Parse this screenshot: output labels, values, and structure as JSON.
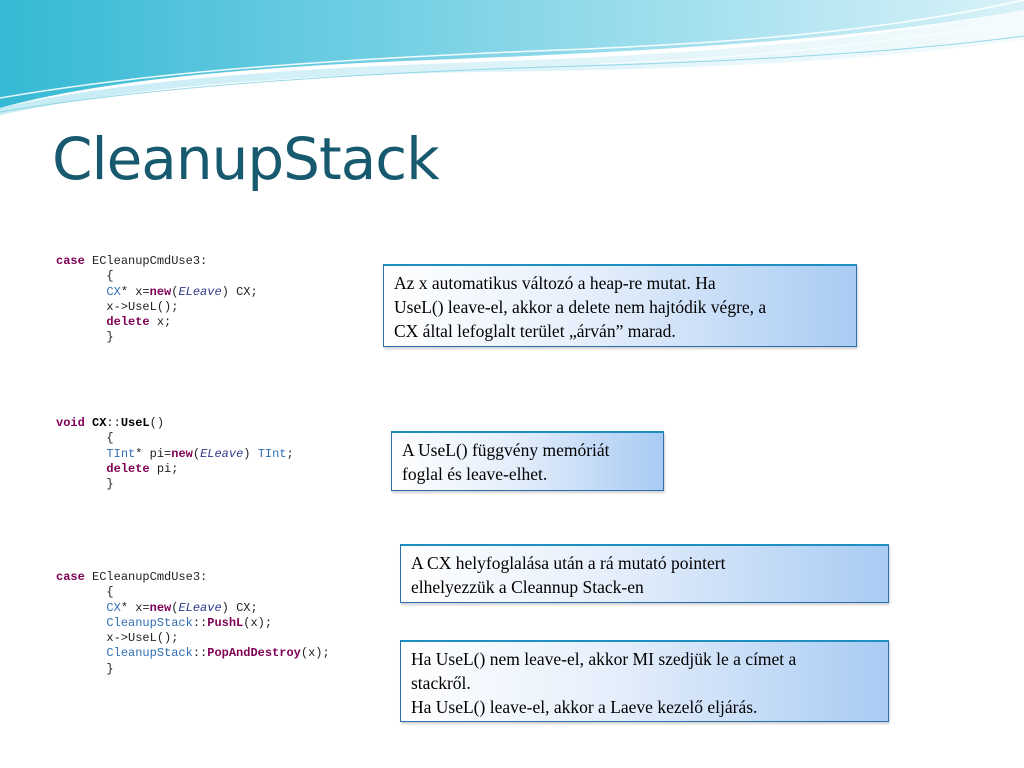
{
  "slide": {
    "title": "CleanupStack",
    "colors": {
      "title": "#17596e",
      "keyword": "#7f0055",
      "type": "#2f6fb5",
      "note_border": "#2e6fb0"
    }
  },
  "code_blocks": [
    {
      "lines": [
        [
          {
            "t": "case",
            "s": "kw"
          },
          {
            "t": " ECleanupCmdUse3:"
          }
        ],
        [
          {
            "t": "       {"
          }
        ],
        [
          {
            "t": "       "
          },
          {
            "t": "CX",
            "s": "ty"
          },
          {
            "t": "* x="
          },
          {
            "t": "new",
            "s": "kw"
          },
          {
            "t": "("
          },
          {
            "t": "ELeave",
            "s": "it"
          },
          {
            "t": ") CX;"
          }
        ],
        [
          {
            "t": "       x->UseL();"
          }
        ],
        [
          {
            "t": "       "
          },
          {
            "t": "delete",
            "s": "kw"
          },
          {
            "t": " x;"
          }
        ],
        [
          {
            "t": "       }"
          }
        ]
      ]
    },
    {
      "lines": [
        [
          {
            "t": "void",
            "s": "kw"
          },
          {
            "t": " "
          },
          {
            "t": "CX",
            "s": "b"
          },
          {
            "t": "::"
          },
          {
            "t": "UseL",
            "s": "b"
          },
          {
            "t": "()"
          }
        ],
        [
          {
            "t": "       {"
          }
        ],
        [
          {
            "t": "       "
          },
          {
            "t": "TInt",
            "s": "ty"
          },
          {
            "t": "* pi="
          },
          {
            "t": "new",
            "s": "kw"
          },
          {
            "t": "("
          },
          {
            "t": "ELeave",
            "s": "it"
          },
          {
            "t": ") "
          },
          {
            "t": "TInt",
            "s": "ty"
          },
          {
            "t": ";"
          }
        ],
        [
          {
            "t": "       "
          },
          {
            "t": "delete",
            "s": "kw"
          },
          {
            "t": " pi;"
          }
        ],
        [
          {
            "t": "       }"
          }
        ]
      ]
    },
    {
      "lines": [
        [
          {
            "t": "case",
            "s": "kw"
          },
          {
            "t": " ECleanupCmdUse3:"
          }
        ],
        [
          {
            "t": "       {"
          }
        ],
        [
          {
            "t": "       "
          },
          {
            "t": "CX",
            "s": "ty"
          },
          {
            "t": "* x="
          },
          {
            "t": "new",
            "s": "kw"
          },
          {
            "t": "("
          },
          {
            "t": "ELeave",
            "s": "it"
          },
          {
            "t": ") CX;"
          }
        ],
        [
          {
            "t": "       "
          },
          {
            "t": "CleanupStack",
            "s": "ty"
          },
          {
            "t": "::"
          },
          {
            "t": "PushL",
            "s": "fn"
          },
          {
            "t": "(x);"
          }
        ],
        [
          {
            "t": "       x->UseL();"
          }
        ],
        [
          {
            "t": "       "
          },
          {
            "t": "CleanupStack",
            "s": "ty"
          },
          {
            "t": "::"
          },
          {
            "t": "PopAndDestroy",
            "s": "fn"
          },
          {
            "t": "(x);"
          }
        ],
        [
          {
            "t": "       }"
          }
        ]
      ]
    }
  ],
  "notes": [
    {
      "lines": [
        "Az x automatikus változó a heap-re mutat. Ha",
        "UseL() leave-el, akkor a delete nem hajtódik végre, a",
        "CX által lefoglalt terület „árván” marad."
      ]
    },
    {
      "lines": [
        "A UseL() függvény memóriát",
        "foglal és leave-elhet."
      ]
    },
    {
      "lines": [
        "A CX helyfoglalása után a rá mutató pointert",
        "elhelyezzük a Cleannup Stack-en"
      ]
    },
    {
      "lines": [
        "Ha UseL() nem leave-el, akkor MI szedjük le a címet a",
        "stackről.",
        "Ha UseL() leave-el, akkor a Laeve kezelő eljárás."
      ]
    }
  ]
}
